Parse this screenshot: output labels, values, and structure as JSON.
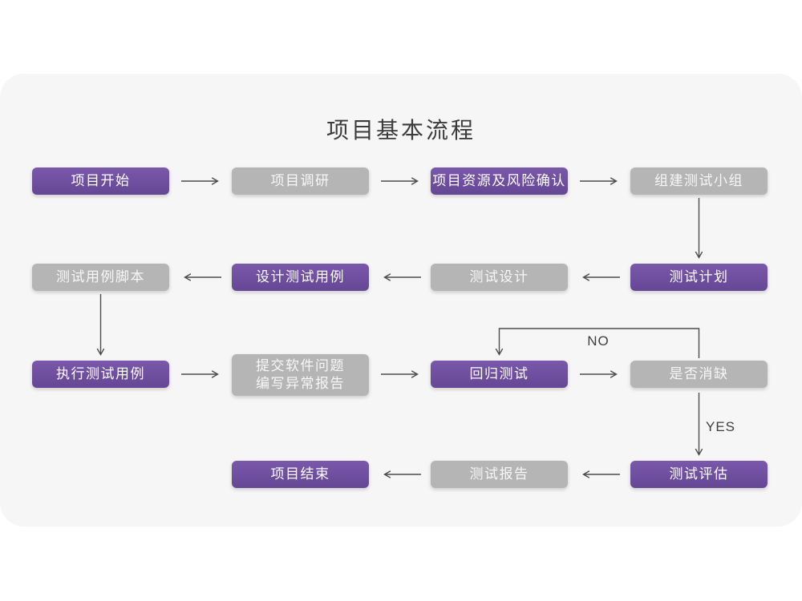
{
  "title": "项目基本流程",
  "labels": {
    "no": "NO",
    "yes": "YES"
  },
  "colors": {
    "node_purple": "#6c4c9e",
    "node_gray": "#b5b5b5",
    "card_background": "#f6f6f6",
    "page_background": "#ffffff",
    "arrow": "#4c4c4c",
    "node_text": "#ffffff",
    "title_text": "#3b3b3b"
  },
  "nodes": [
    {
      "label": "项目开始",
      "variant": "purple"
    },
    {
      "label": "项目调研",
      "variant": "gray"
    },
    {
      "label": "项目资源及风险确认",
      "variant": "purple"
    },
    {
      "label": "组建测试小组",
      "variant": "gray"
    },
    {
      "label": "测试计划",
      "variant": "purple"
    },
    {
      "label": "测试设计",
      "variant": "gray"
    },
    {
      "label": "设计测试用例",
      "variant": "purple"
    },
    {
      "label": "测试用例脚本",
      "variant": "gray"
    },
    {
      "label": "执行测试用例",
      "variant": "purple"
    },
    {
      "label": "提交软件问题\n编写异常报告",
      "variant": "gray"
    },
    {
      "label": "回归测试",
      "variant": "purple"
    },
    {
      "label": "是否消缺",
      "variant": "gray"
    },
    {
      "label": "测试评估",
      "variant": "purple"
    },
    {
      "label": "测试报告",
      "variant": "gray"
    },
    {
      "label": "项目结束",
      "variant": "purple"
    }
  ]
}
